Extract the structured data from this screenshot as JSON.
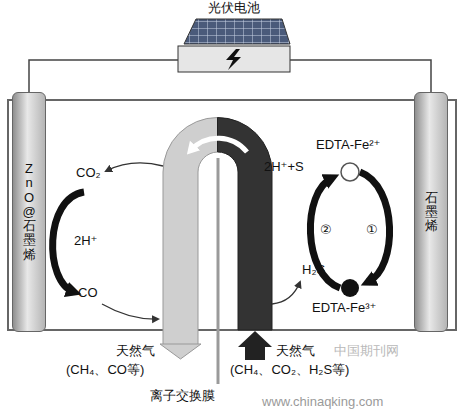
{
  "diagram": {
    "nodes": [
      {
        "text": [
          "光伏电池"
        ]
      },
      {
        "text": [
          "ZnO@石墨烯"
        ]
      },
      {
        "text": [
          "石墨烯"
        ]
      }
    ],
    "edges": [
      {
        "from": 0,
        "to": 1,
        "arrow": "none"
      },
      {
        "from": 0,
        "to": 2,
        "arrow": "none"
      }
    ],
    "labels": [
      "CO₂",
      "2H⁺",
      "CO",
      "EDTA-Fe²⁺",
      "2H⁺+S",
      "②",
      "①",
      "EDTA-Fe³⁺",
      "H₂S",
      "天然气",
      "(CH₄、CO等)",
      "天然气",
      "(CH₄、CO₂、H₂S等)",
      "离子交换膜",
      "中国期刊网",
      "www.chinaqking.com"
    ]
  }
}
